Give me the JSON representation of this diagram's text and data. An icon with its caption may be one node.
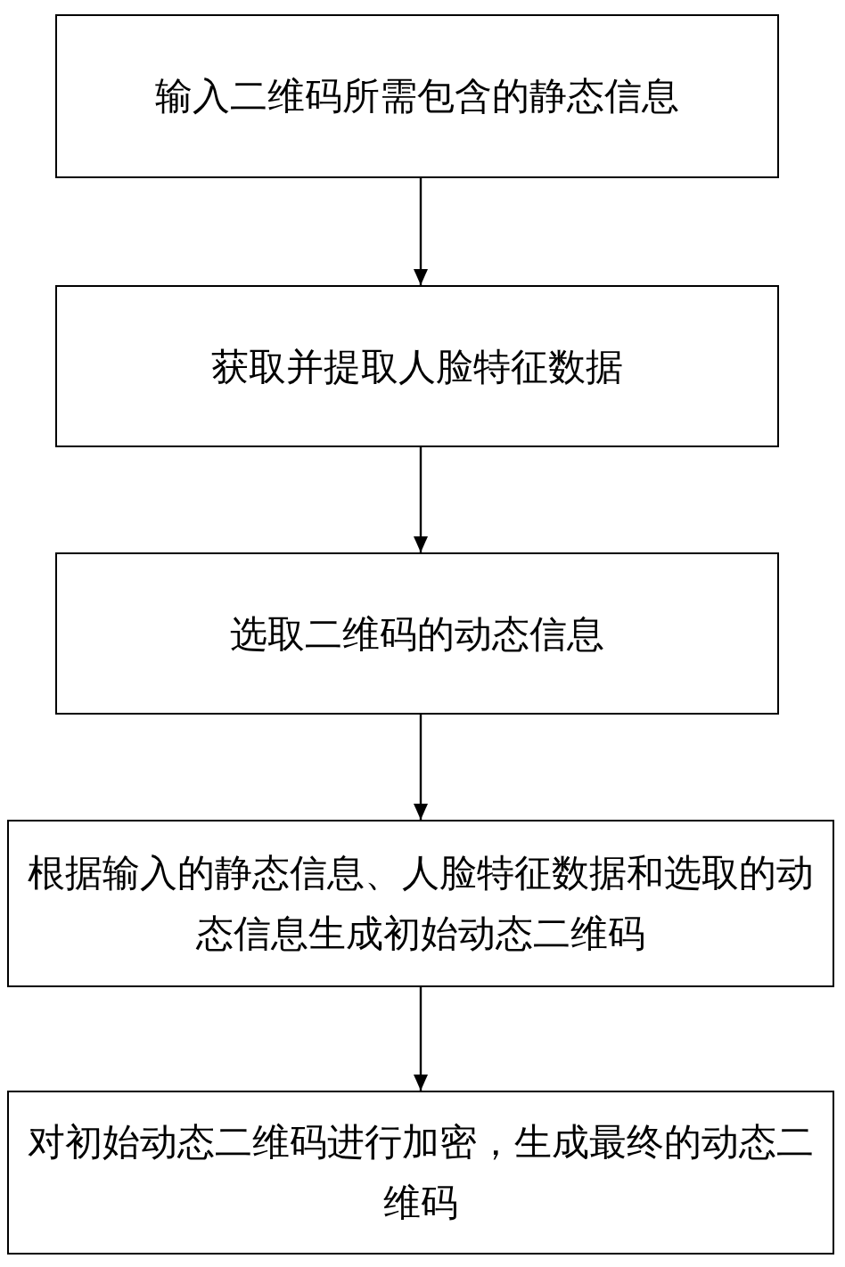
{
  "diagram": {
    "nodes": [
      {
        "text": [
          "输入二维码所需包含的静态信息"
        ]
      },
      {
        "text": [
          "获取并提取人脸特征数据"
        ]
      },
      {
        "text": [
          "选取二维码的动态信息"
        ]
      },
      {
        "text": [
          "根据输入的静态信息、人脸特征数据和选取的动态信息生成初始动态二维码"
        ]
      },
      {
        "text": [
          "对初始动态二维码进行加密，生成最终的动态二维码"
        ]
      }
    ],
    "edges": [
      {
        "from": 0,
        "to": 1,
        "arrow": "to"
      },
      {
        "from": 1,
        "to": 2,
        "arrow": "to"
      },
      {
        "from": 2,
        "to": 3,
        "arrow": "to"
      },
      {
        "from": 3,
        "to": 4,
        "arrow": "to"
      }
    ]
  }
}
